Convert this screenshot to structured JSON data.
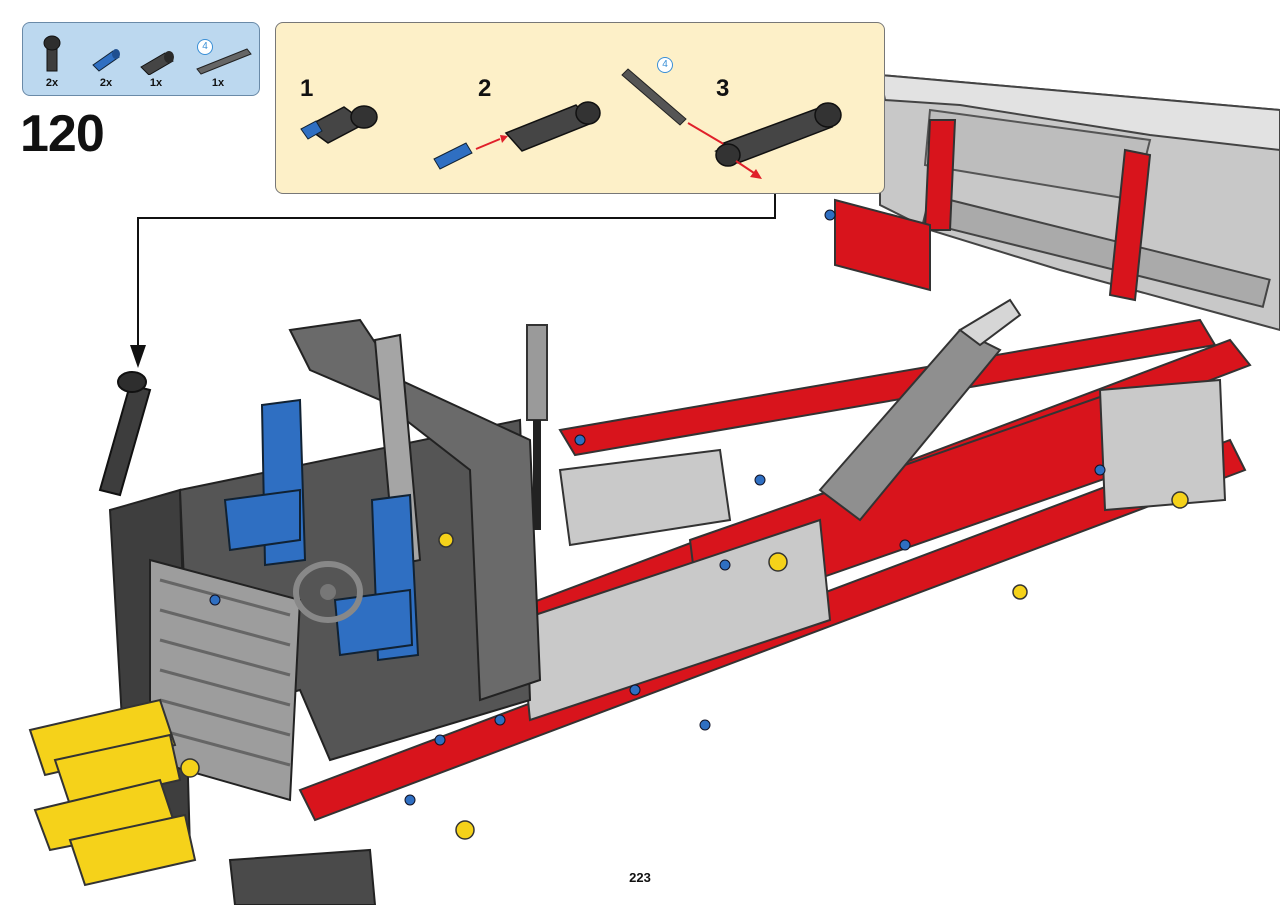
{
  "parts_list": [
    {
      "name": "dark gray axle connector",
      "qty": "2x"
    },
    {
      "name": "blue axle pin",
      "qty": "2x"
    },
    {
      "name": "dark gray connector",
      "qty": "1x"
    },
    {
      "name": "axle",
      "qty": "1x",
      "length": "4"
    }
  ],
  "step_number": "120",
  "substeps": [
    {
      "label": "1"
    },
    {
      "label": "2"
    },
    {
      "label": "3",
      "axle_length": "4"
    }
  ],
  "page_number": "223",
  "colors": {
    "parts_box": "#bcd8ef",
    "substep_box": "#fdf0c8",
    "red": "#d8141c",
    "dark_gray": "#4a4a4a",
    "light_gray": "#b8b8b8",
    "blue": "#2f6fc2",
    "yellow": "#f5d21a",
    "arrow_red": "#e0202a"
  }
}
